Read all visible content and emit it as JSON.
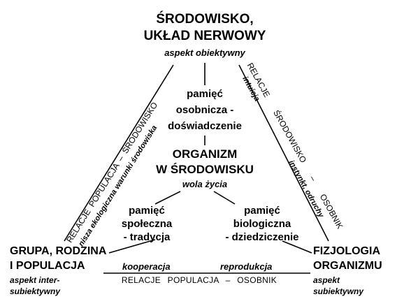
{
  "top_node": {
    "title_line1": "ŚRODOWISKO,",
    "title_line2": "UKŁAD NERWOWY",
    "aspect": "aspekt obiektywny"
  },
  "center_node": {
    "title_line1": "ORGANIZM",
    "title_line2": "W ŚRODOWISKU",
    "subtitle": "wola życia"
  },
  "left_node": {
    "title_line1": "GRUPA, RODZINA",
    "title_line2": "I POPULACJA",
    "aspect_line1": "aspekt inter-",
    "aspect_line2": "subiektywny"
  },
  "right_node": {
    "title_line1": "FIZJOLOGIA",
    "title_line2": "ORGANIZMU",
    "aspect_line1": "aspekt",
    "aspect_line2": "subiektywny"
  },
  "memories": {
    "individual": [
      "pamięć",
      "osobnicza -",
      "doświadczenie"
    ],
    "social": [
      "pamięć",
      "społeczna",
      "- tradycja"
    ],
    "biological": [
      "pamięć",
      "biologiczna",
      "- dziedziczenie"
    ]
  },
  "edges": {
    "left": {
      "relation": "RELACJE POPULACJA – ŚRODOWISKO",
      "detail": "nisza ekologiczna warunki środowiska"
    },
    "right": {
      "relation": "RELACJE ŚRODOWISKO – OSOBNIK",
      "detail_upper": "intuicja",
      "detail_lower": "instynkt, odruchy"
    },
    "bottom": {
      "relation": "RELACJE POPULACJA – OSOBNIK",
      "detail_left": "kooperacja",
      "detail_right": "reprodukcja"
    }
  },
  "colors": {
    "ink": "#000000",
    "background": "#ffffff"
  }
}
